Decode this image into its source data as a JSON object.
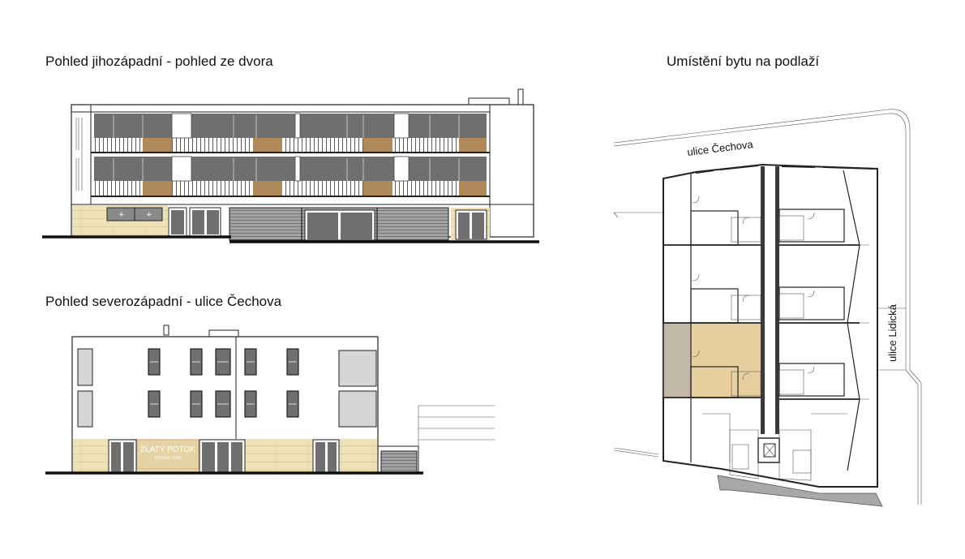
{
  "captions": {
    "southwest_view": "Pohled jihozápadní - pohled ze dvora",
    "northwest_view": "Pohled severozápadní - ulice Čechova",
    "floor_location": "Umístění bytu na podlaží"
  },
  "facade_sign": {
    "name": "ZLATÝ POTOK",
    "subtitle": "BYTOVÝ DŮM"
  },
  "streets": {
    "top": "ulice Čechova",
    "right": "ulice Lidická"
  },
  "colors": {
    "highlight_unit": "#e8cfa0",
    "highlight_balcony": "#c2b8a8",
    "wood_cladding": "#b08a5a",
    "base_cladding": "#f0e2b8",
    "window_glass": "#6f6f6f",
    "garage_door": "#9a9a9a",
    "balcony_panel": "#d6d6d6"
  }
}
